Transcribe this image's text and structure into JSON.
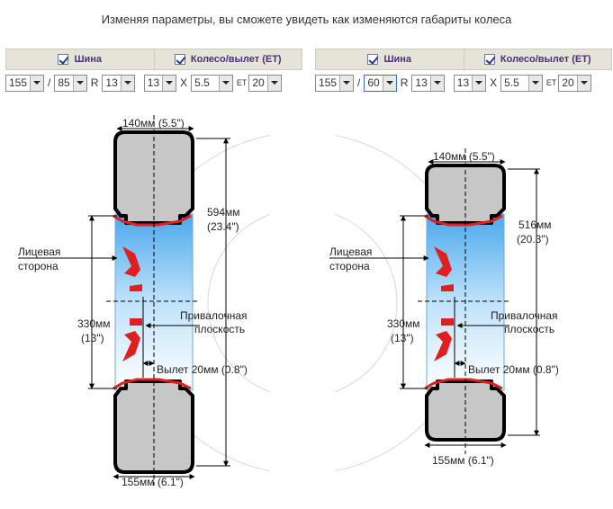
{
  "title": "Изменяя параметры, вы сможете увидеть как изменяются габариты колеса",
  "left": {
    "tire_label": "Шина",
    "wheel_label": "Колесо/вылет (ЕТ)",
    "width": "155",
    "sep1": "/",
    "profile": "85",
    "r": "R",
    "rim": "13",
    "rim2": "13",
    "x": "X",
    "rim_width": "5.5",
    "et": "ET",
    "offset": "20",
    "top_dim": "140мм (5.5\")",
    "bottom_dim": "155мм (6.1\")",
    "height_dim_1": "594мм",
    "height_dim_2": "(23.4\")",
    "face_1": "Лицевая",
    "face_2": "сторона",
    "rim_dim_1": "330мм",
    "rim_dim_2": "(13\")",
    "plane_1": "Привалочная",
    "plane_2": "плоскость",
    "offset_dim": "Вылет 20мм (0.8\")"
  },
  "right": {
    "tire_label": "Шина",
    "wheel_label": "Колесо/вылет (ЕТ)",
    "width": "155",
    "sep1": "/",
    "profile": "60",
    "r": "R",
    "rim": "13",
    "rim2": "13",
    "x": "X",
    "rim_width": "5.5",
    "et": "ET",
    "offset": "20",
    "top_dim": "140мм (5.5\")",
    "bottom_dim": "155мм (6.1\")",
    "height_dim_1": "516мм",
    "height_dim_2": "(20.3\")",
    "face_1": "Лицевая",
    "face_2": "сторона",
    "rim_dim_1": "330мм",
    "rim_dim_2": "(13\")",
    "plane_1": "Привалочная",
    "plane_2": "плоскость",
    "offset_dim": "Вылет 20мм (0.8\")"
  },
  "colors": {
    "header_bg": "#e6e4d9",
    "header_text": "#4b2f7a",
    "tire_fill": "#c8c8c8",
    "rim_red": "#e02020",
    "rim_blue": "#4aa8ec"
  }
}
